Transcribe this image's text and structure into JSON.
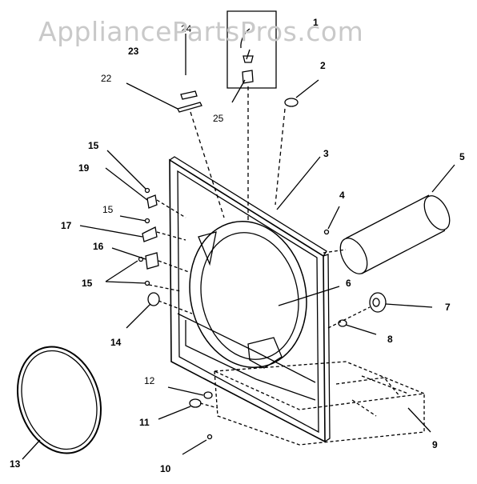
{
  "watermark": "AppliancePartsPros.com",
  "callouts": {
    "c1": "1",
    "c2": "2",
    "c3": "3",
    "c4": "4",
    "c5": "5",
    "c6": "6",
    "c7": "7",
    "c8": "8",
    "c9": "9",
    "c10": "10",
    "c11": "11",
    "c12": "12",
    "c13": "13",
    "c14": "14",
    "c15a": "15",
    "c15b": "15",
    "c15c": "15",
    "c16": "16",
    "c17": "17",
    "c19": "19",
    "c22": "22",
    "c23": "23",
    "c24": "24",
    "c25": "25"
  },
  "colors": {
    "line": "#000000",
    "watermark": "#c9c9c9",
    "background": "#ffffff"
  }
}
